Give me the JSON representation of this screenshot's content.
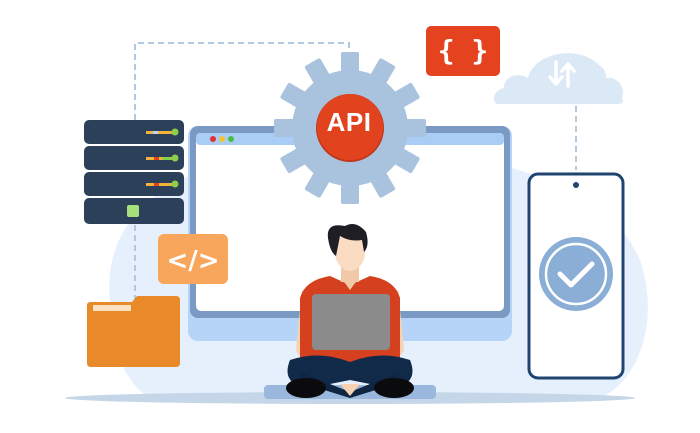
{
  "illustration": {
    "subject": "API integration concept",
    "gear": {
      "label": "API"
    },
    "json_badge": {
      "label": "{ }"
    },
    "code_badge": {
      "label": "</>"
    },
    "cloud": {
      "icon": "sync-arrows-icon"
    },
    "phone": {
      "icon": "check-icon"
    },
    "server": {
      "units": 4
    }
  },
  "colors": {
    "accent_red": "#e2431f",
    "orange": "#f0a05a",
    "folder": "#e8892a",
    "navy": "#2c3e57",
    "gear": "#a9c2de",
    "monitor_frame": "#7b9ac3",
    "screen_bar": "#b5d4f5",
    "bg_blob": "#e4effc",
    "phone_border": "#1f4470",
    "check_circle": "#8aaed6"
  }
}
